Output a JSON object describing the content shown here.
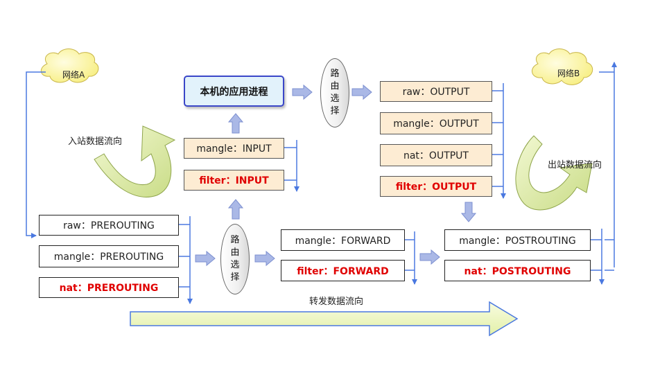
{
  "clouds": {
    "a": "网络A",
    "b": "网络B"
  },
  "app_process": "本机的应用进程",
  "routing_decision": [
    "路",
    "由",
    "选",
    "择"
  ],
  "flows": {
    "inbound": "入站数据流向",
    "outbound": "出站数据流向",
    "forward": "转发数据流向"
  },
  "prerouting": {
    "raw": "raw：PREROUTING",
    "mangle": "mangle：PREROUTING",
    "nat": "nat：PREROUTING"
  },
  "input": {
    "mangle": "mangle：INPUT",
    "filter": "filter：INPUT"
  },
  "output": {
    "raw": "raw：OUTPUT",
    "mangle": "mangle：OUTPUT",
    "nat": "nat：OUTPUT",
    "filter": "filter：OUTPUT"
  },
  "forward": {
    "mangle": "mangle：FORWARD",
    "filter": "filter：FORWARD"
  },
  "postrouting": {
    "mangle": "mangle：POSTROUTING",
    "nat": "nat：POSTROUTING"
  },
  "colors": {
    "line_blue": "#4a78e0",
    "arrow_fill": "#aab8e6",
    "big_arrow_fill": "#eef7c2",
    "red_text": "#e00000",
    "cream_box": "#fdecd3",
    "app_box": "#e2f2fb",
    "cloud_fill": "#fff8b0"
  }
}
